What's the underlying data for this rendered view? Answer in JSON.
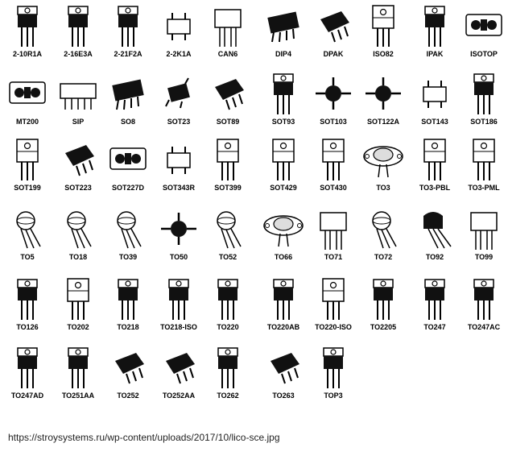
{
  "packages": [
    {
      "label": "2-10R1A",
      "icon": "to220-package-icon"
    },
    {
      "label": "2-16E3A",
      "icon": "to220-package-icon"
    },
    {
      "label": "2-21F2A",
      "icon": "to220-package-icon"
    },
    {
      "label": "2-2K1A",
      "icon": "smd-outline-icon"
    },
    {
      "label": "CAN6",
      "icon": "metal-can-rect-icon"
    },
    {
      "label": "DIP4",
      "icon": "dip-package-icon"
    },
    {
      "label": "DPAK",
      "icon": "dpak-package-icon"
    },
    {
      "label": "ISO82",
      "icon": "to220-outline-icon"
    },
    {
      "label": "IPAK",
      "icon": "to220-package-icon"
    },
    {
      "label": "ISOTOP",
      "icon": "module-package-icon"
    },
    {
      "label": "MT200",
      "icon": "module-package-icon"
    },
    {
      "label": "SIP",
      "icon": "sip-package-icon"
    },
    {
      "label": "SO8",
      "icon": "dip-package-icon"
    },
    {
      "label": "SOT23",
      "icon": "smd-small-icon"
    },
    {
      "label": "SOT89",
      "icon": "dpak-package-icon"
    },
    {
      "label": "SOT93",
      "icon": "to220-package-icon"
    },
    {
      "label": "SOT103",
      "icon": "flat-pack-icon"
    },
    {
      "label": "SOT122A",
      "icon": "flat-pack-icon"
    },
    {
      "label": "SOT143",
      "icon": "smd-outline-icon"
    },
    {
      "label": "SOT186",
      "icon": "to220-package-icon"
    },
    {
      "label": "SOT199",
      "icon": "to220-outline-icon"
    },
    {
      "label": "SOT223",
      "icon": "dpak-package-icon"
    },
    {
      "label": "SOT227D",
      "icon": "module-package-icon"
    },
    {
      "label": "SOT343R",
      "icon": "smd-outline-icon"
    },
    {
      "label": "SOT399",
      "icon": "to220-outline-icon"
    },
    {
      "label": "SOT429",
      "icon": "to220-outline-icon"
    },
    {
      "label": "SOT430",
      "icon": "to220-outline-icon"
    },
    {
      "label": "TO3",
      "icon": "to3-package-icon"
    },
    {
      "label": "TO3-PBL",
      "icon": "to220-outline-icon"
    },
    {
      "label": "TO3-PML",
      "icon": "to220-outline-icon"
    },
    {
      "label": "TO5",
      "icon": "metal-can-icon"
    },
    {
      "label": "TO18",
      "icon": "metal-can-icon"
    },
    {
      "label": "TO39",
      "icon": "metal-can-icon"
    },
    {
      "label": "TO50",
      "icon": "flat-pack-icon"
    },
    {
      "label": "TO52",
      "icon": "metal-can-icon"
    },
    {
      "label": "TO66",
      "icon": "to3-package-icon"
    },
    {
      "label": "TO71",
      "icon": "metal-can-rect-icon"
    },
    {
      "label": "TO72",
      "icon": "metal-can-icon"
    },
    {
      "label": "TO92",
      "icon": "to92-package-icon"
    },
    {
      "label": "TO99",
      "icon": "metal-can-rect-icon"
    },
    {
      "label": "TO126",
      "icon": "to220-package-icon"
    },
    {
      "label": "TO202",
      "icon": "to220-outline-icon"
    },
    {
      "label": "TO218",
      "icon": "to220-package-icon"
    },
    {
      "label": "TO218-ISO",
      "icon": "to220-package-icon"
    },
    {
      "label": "TO220",
      "icon": "to220-package-icon"
    },
    {
      "label": "TO220AB",
      "icon": "to220-package-icon"
    },
    {
      "label": "TO220-ISO",
      "icon": "to220-outline-icon"
    },
    {
      "label": "TO2205",
      "icon": "to220-package-icon"
    },
    {
      "label": "TO247",
      "icon": "to220-package-icon"
    },
    {
      "label": "TO247AC",
      "icon": "to220-package-icon"
    },
    {
      "label": "TO247AD",
      "icon": "to220-package-icon"
    },
    {
      "label": "TO251AA",
      "icon": "to220-package-icon"
    },
    {
      "label": "TO252",
      "icon": "dpak-package-icon"
    },
    {
      "label": "TO252AA",
      "icon": "dpak-package-icon"
    },
    {
      "label": "TO262",
      "icon": "to220-package-icon"
    },
    {
      "label": "TO263",
      "icon": "dpak-package-icon"
    },
    {
      "label": "TOP3",
      "icon": "to220-package-icon"
    }
  ],
  "source_url": "https://stroysystems.ru/wp-content/uploads/2017/10/lico-sce.jpg"
}
